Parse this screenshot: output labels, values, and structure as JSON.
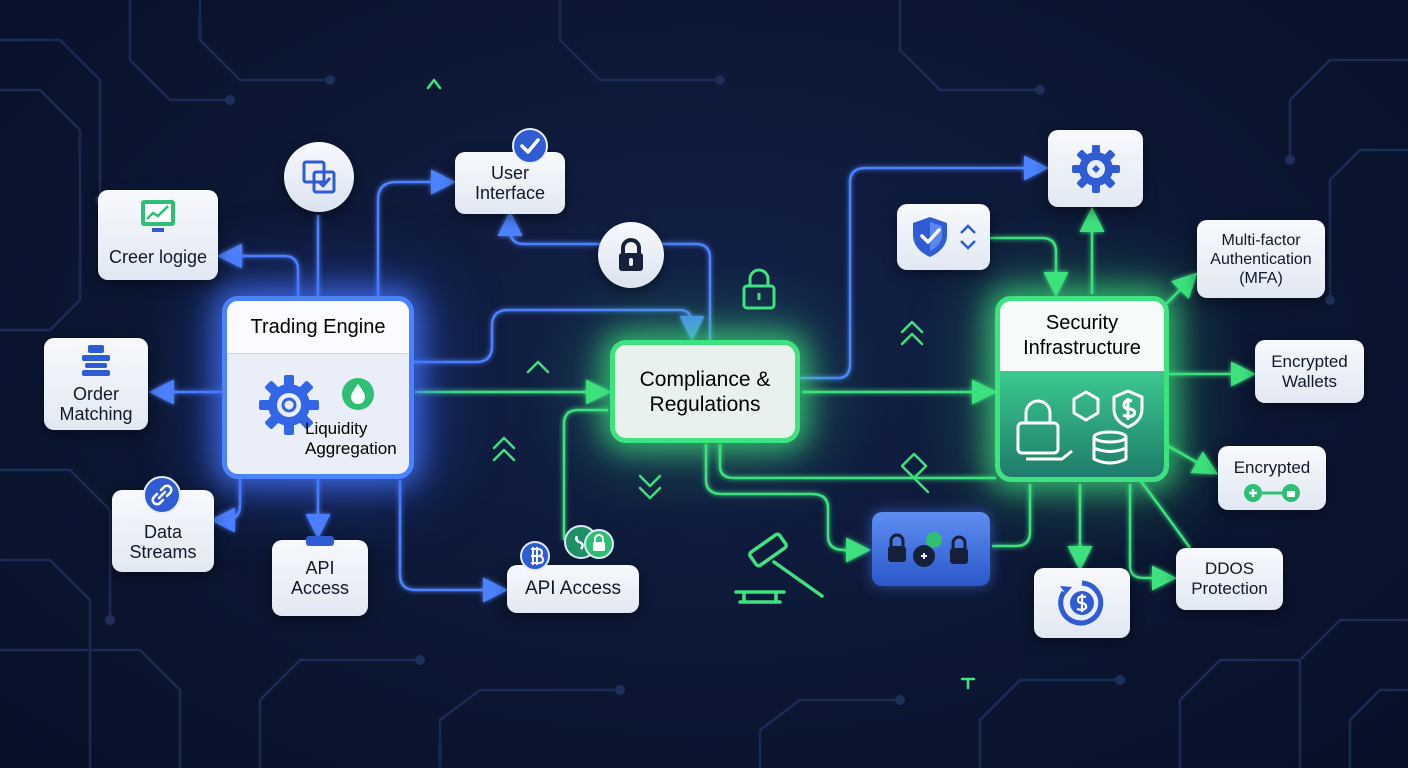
{
  "colors": {
    "blue": "#4d82ff",
    "green": "#3ee27e",
    "bg": "#0b1530",
    "box": "#eef2f8",
    "text": "#10182b"
  },
  "hubs": {
    "trading": {
      "title": "Trading Engine",
      "sub_label": "Liquidity\nAggregation",
      "icon": "gear-icon"
    },
    "compliance": {
      "title": "Compliance &\nRegulations"
    },
    "security": {
      "title": "Security\nInfrastructure",
      "icon": "security-cluster-icon"
    }
  },
  "nodes": {
    "crear": {
      "label": "Creer logige",
      "icon": "chart-monitor-icon"
    },
    "order": {
      "label": "Order\nMatching",
      "icon": "order-stack-icon"
    },
    "data_streams": {
      "label": "Data\nStreams",
      "icon": "link-icon"
    },
    "api_access_left": {
      "label": "API\nAccess"
    },
    "user_interface": {
      "label": "User\nInterface",
      "icon": "check-badge-icon"
    },
    "api_access_mid": {
      "label": "API Access",
      "icon": "crypto-coins-icon"
    },
    "mfa": {
      "label": "Multi-factor\nAuthentication\n(MFA)"
    },
    "enc_wallets": {
      "label": "Encrypted\nWallets"
    },
    "encrypted": {
      "label": "Encrypted",
      "icon": "key-chain-icon"
    },
    "ddos": {
      "label": "DDOS\nProtection"
    }
  },
  "icons": [
    "copy-document-icon",
    "padlock-icon",
    "shield-check-icon",
    "gear-settings-icon",
    "dollar-cycle-icon",
    "gavel-icon",
    "locks-panel-icon"
  ]
}
